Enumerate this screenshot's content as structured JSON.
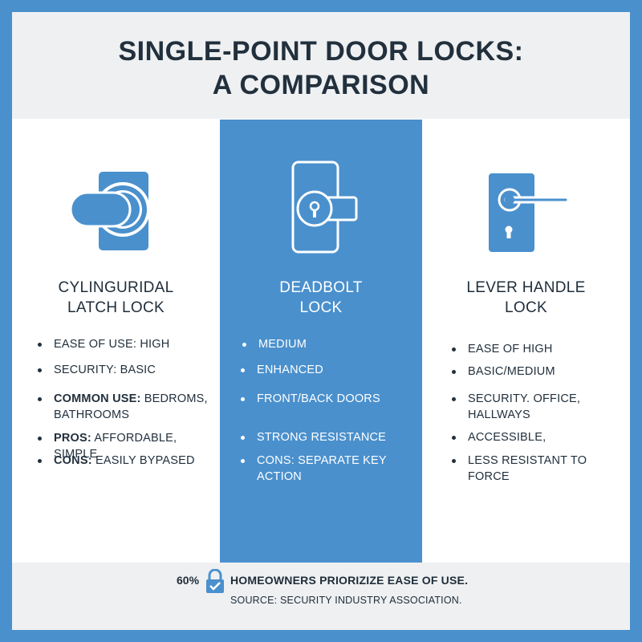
{
  "header": {
    "title_line1": "SINGLE-POINT DOOR LOCKS:",
    "title_line2": "A COMPARISON"
  },
  "columns": [
    {
      "title_line1": "CYLINGURIDAL",
      "title_line2": "LATCH LOCK",
      "icon": "cylindrical-knob-icon",
      "items": [
        {
          "key": "",
          "text": "EASE OF USE: HIGH"
        },
        {
          "key": "",
          "text": "SECURITY: BASIC"
        },
        {
          "key": "COMMON USE:",
          "text": "BEDROMS,",
          "text2": "BATHROOMS"
        },
        {
          "key": "PROS:",
          "text": "AFFORDABLE, SIMPLE"
        },
        {
          "key": "CONS:",
          "text": "EASILY BYPASED"
        }
      ]
    },
    {
      "title_line1": "DEADBOLT",
      "title_line2": "LOCK",
      "icon": "deadbolt-keyhole-icon",
      "items": [
        {
          "text": "MEDIUM"
        },
        {
          "text": "ENHANCED"
        },
        {
          "text": "FRONT/BACK DOORS"
        },
        {
          "text": "STRONG RESISTANCE"
        },
        {
          "text": "CONS: SEPARATE KEY",
          "text2": "ACTION"
        }
      ]
    },
    {
      "title_line1": "LEVER HANDLE",
      "title_line2": "LOCK",
      "icon": "lever-handle-icon",
      "items": [
        {
          "text": "EASE OF HIGH"
        },
        {
          "text": "BASIC/MEDIUM"
        },
        {
          "text": "SECURITY. OFFICE,",
          "text2": "HALLWAYS"
        },
        {
          "text": "ACCESSIBLE,"
        },
        {
          "text": "LESS RESISTANT TO",
          "text2": "FORCE"
        }
      ]
    }
  ],
  "footer": {
    "percent": "60%",
    "icon": "padlock-check-icon",
    "statement": "HOMEOWNERS PRIORIZIZE EASE OF USE.",
    "source": "SOURCE: SECURITY INDUSTRY ASSOCIATION."
  },
  "colors": {
    "accent": "#4a90cd",
    "panel": "#eef0f2",
    "text": "#22303d"
  }
}
